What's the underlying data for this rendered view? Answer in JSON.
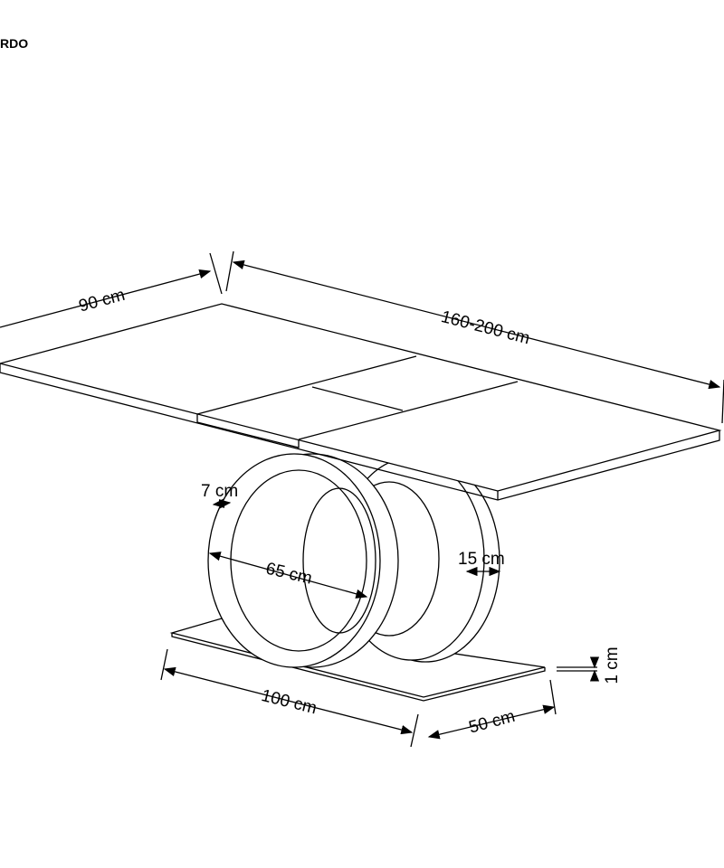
{
  "title": "RDO",
  "dimensions": {
    "width": "90 cm",
    "length": "160-200 cm",
    "ring_thickness": "7 cm",
    "ring_diameter": "65 cm",
    "ring_depth": "15 cm",
    "base_thickness": "1 cm",
    "base_length": "100 cm",
    "base_width": "50 cm"
  }
}
